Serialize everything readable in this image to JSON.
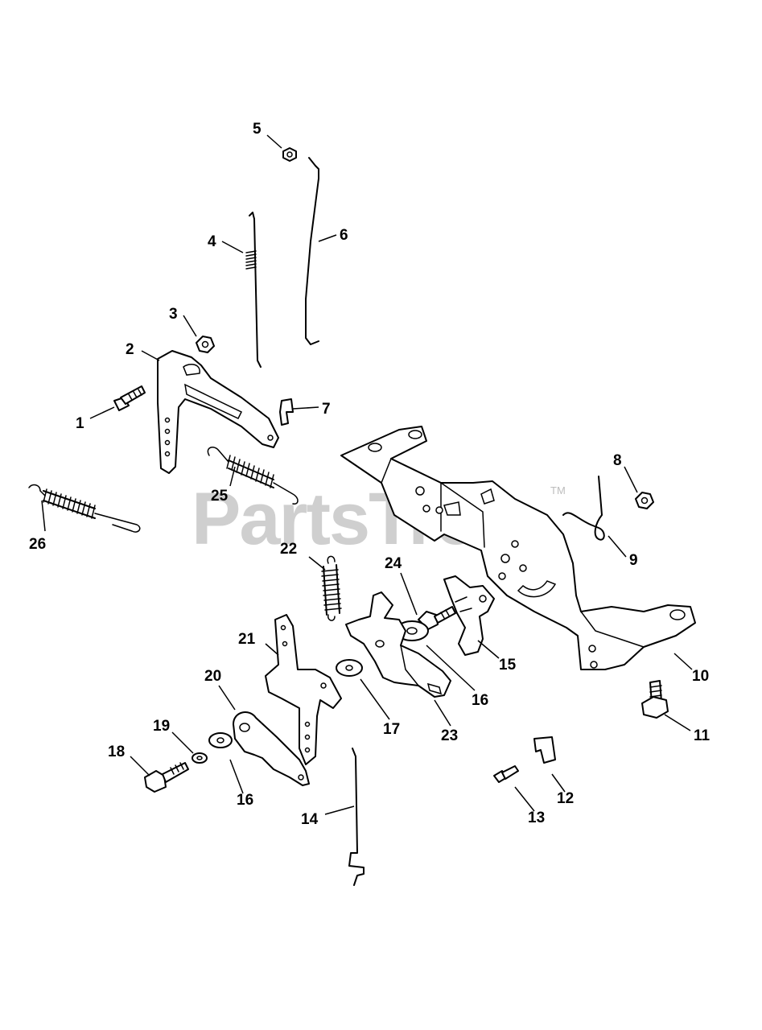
{
  "watermark": {
    "text": "PartsTree",
    "trademark": "TM"
  },
  "callouts": [
    "1",
    "2",
    "3",
    "4",
    "5",
    "6",
    "7",
    "8",
    "9",
    "10",
    "11",
    "12",
    "13",
    "14",
    "15",
    "16",
    "16",
    "17",
    "18",
    "19",
    "20",
    "21",
    "22",
    "23",
    "24",
    "25",
    "26"
  ]
}
